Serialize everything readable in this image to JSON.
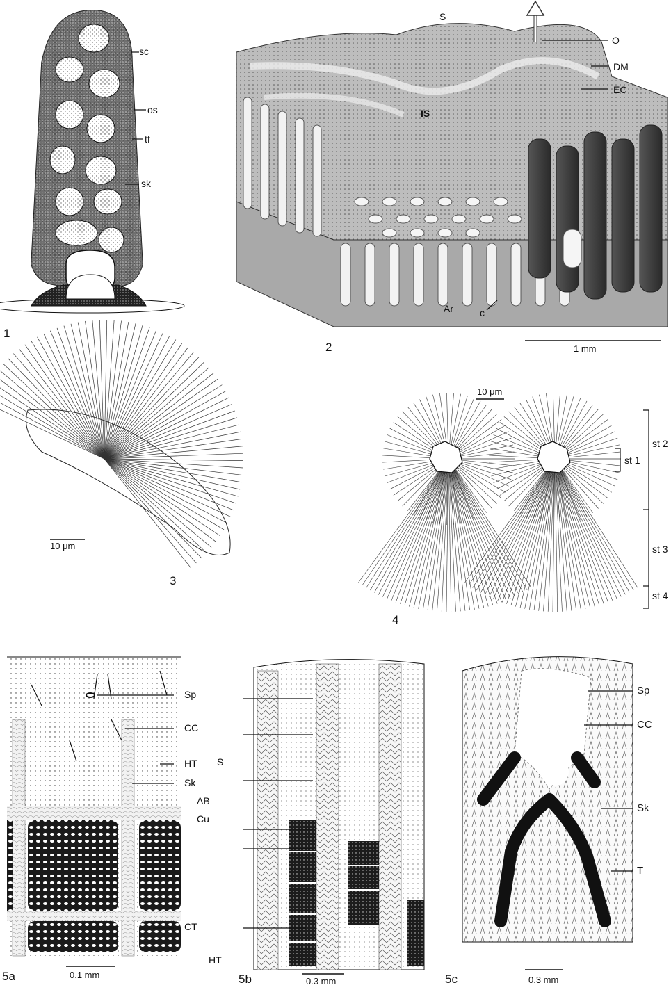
{
  "panels": {
    "p1": {
      "number": "1",
      "labels": [
        "sc",
        "os",
        "tf",
        "sk"
      ]
    },
    "p2": {
      "number": "2",
      "labels": [
        "S",
        "O",
        "DM",
        "EC",
        "IS",
        "Ar",
        "c"
      ],
      "scale": "1 mm"
    },
    "p3": {
      "number": "3",
      "scale": "10 μm"
    },
    "p4": {
      "number": "4",
      "scale": "10 μm",
      "stages": [
        "st 1",
        "st 2",
        "st 3",
        "st 4"
      ]
    },
    "p5a": {
      "number": "5a",
      "scale": "0.1 mm"
    },
    "p5b": {
      "number": "5b",
      "scale": "0.3 mm"
    },
    "p5c": {
      "number": "5c",
      "scale": "0.3 mm"
    }
  },
  "labels_5ab": [
    "Sp",
    "CC",
    "S",
    "HT",
    "Sk",
    "AB",
    "Cu",
    "CT",
    "HT"
  ],
  "labels_5c": [
    "Sp",
    "CC",
    "Sk",
    "T"
  ],
  "icons": {
    "p2_arrow": "up-arrow-icon"
  }
}
